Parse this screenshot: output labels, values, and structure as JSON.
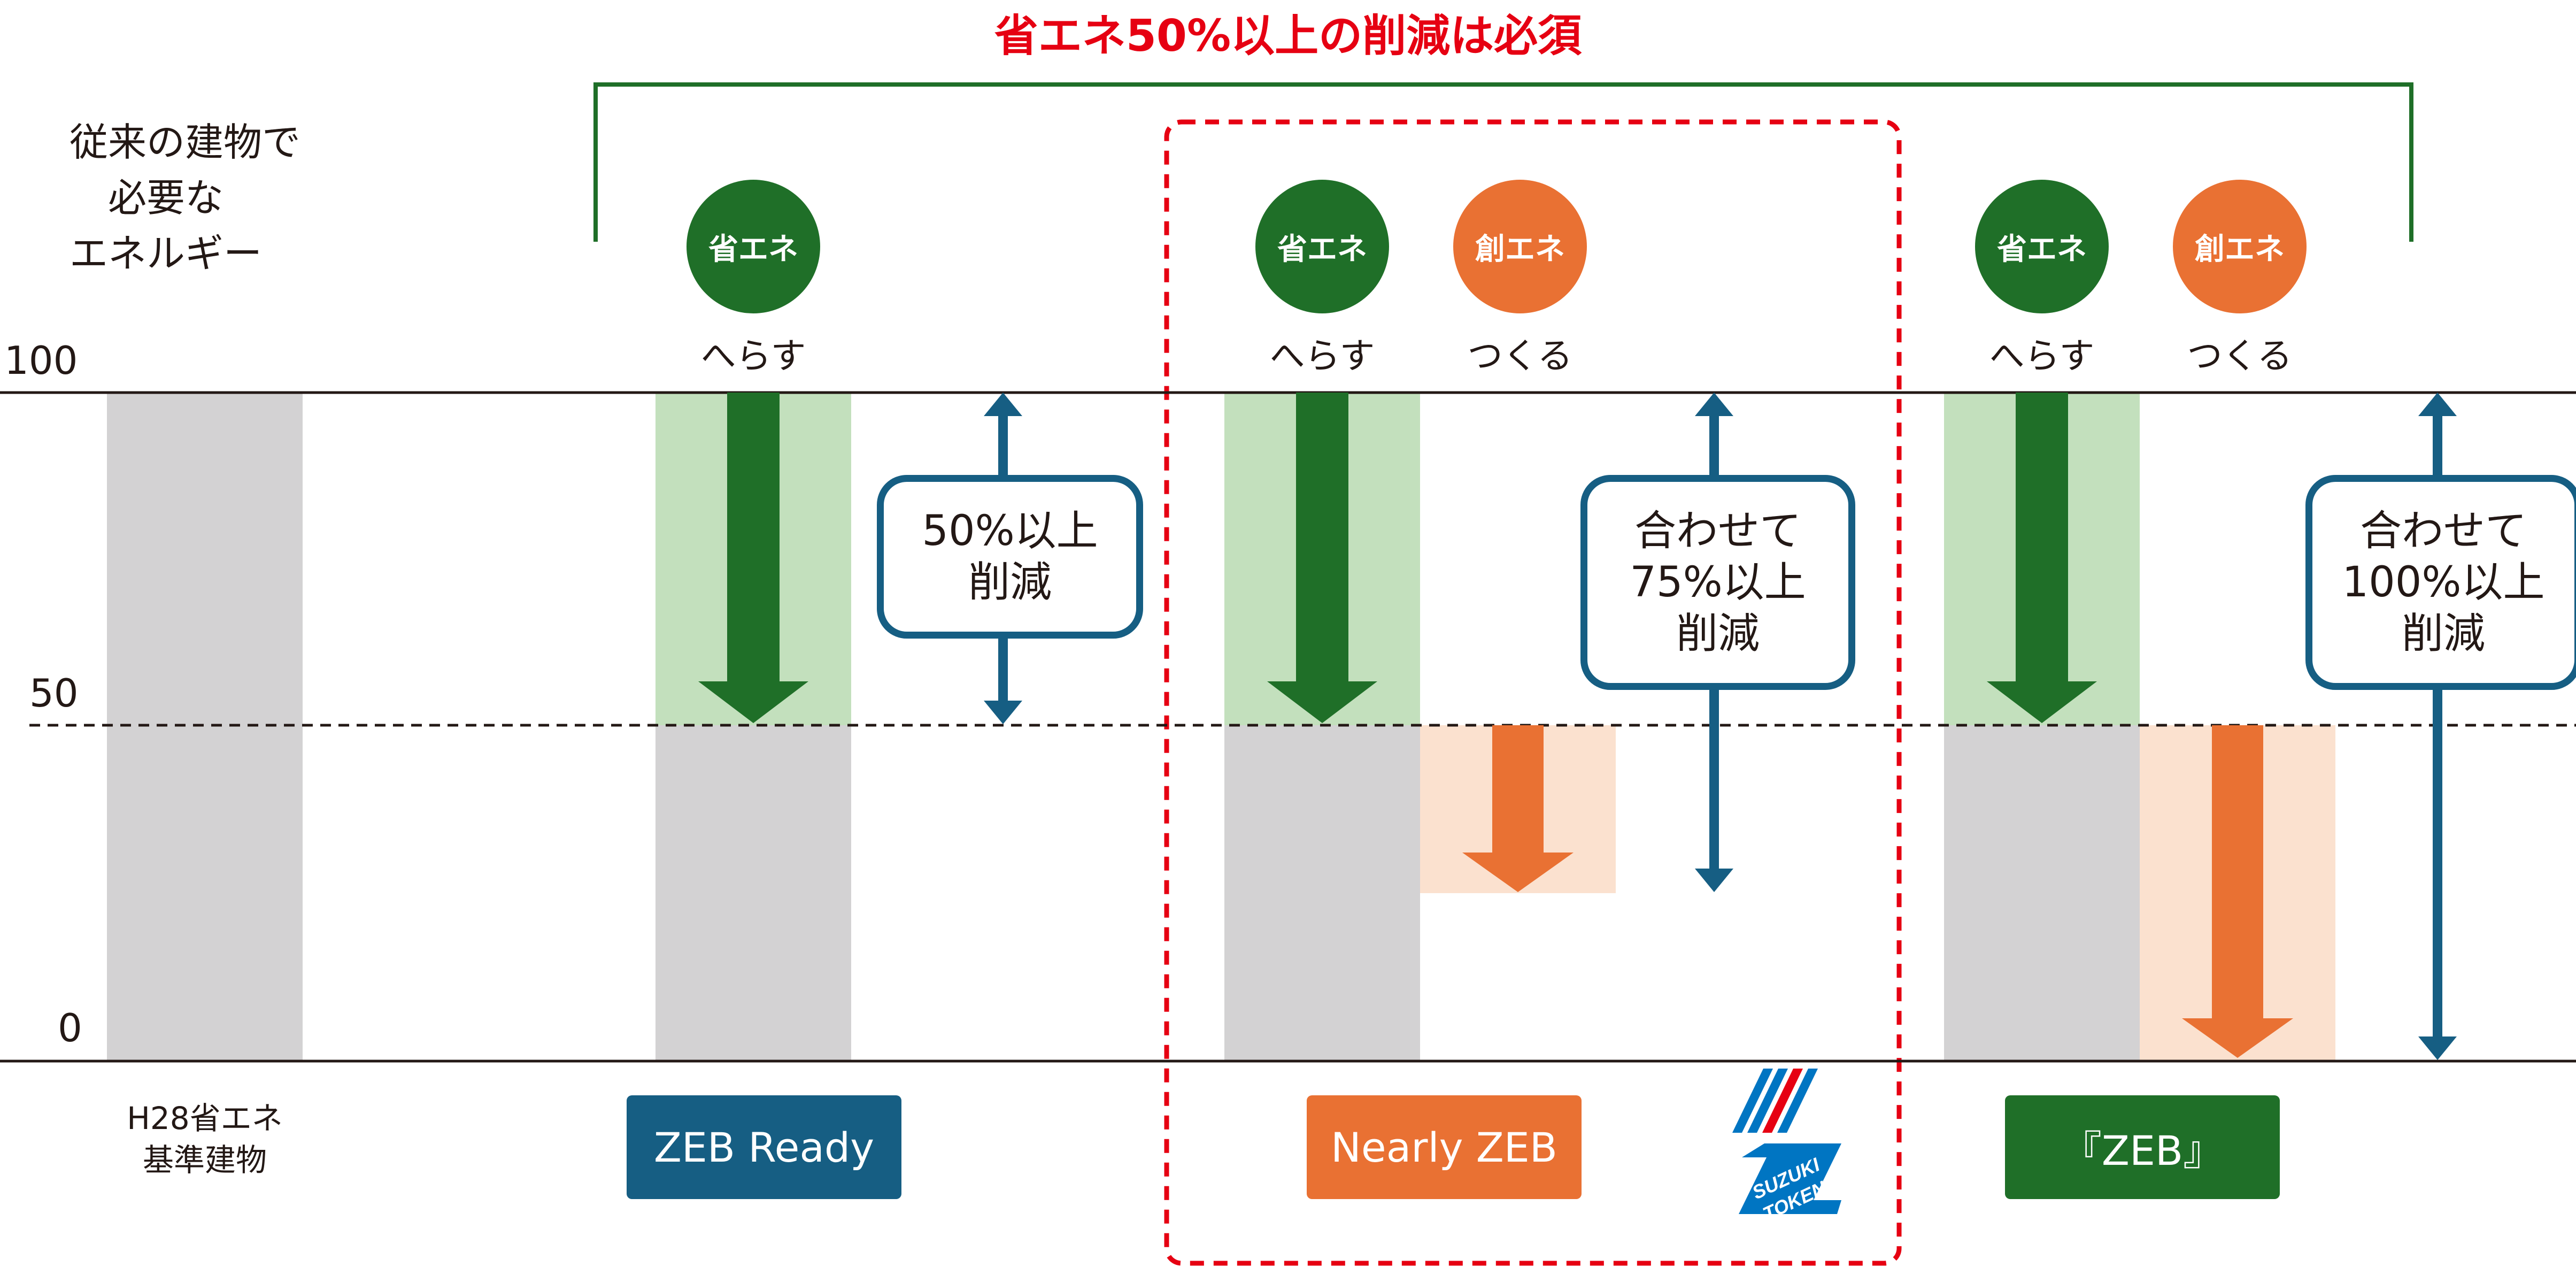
{
  "title": "省エネ50%以上の削減は必須",
  "axis": {
    "legend_lines": [
      "従来の建物で",
      "必要な",
      "エネルギー"
    ],
    "ticks": [
      "100",
      "50",
      "0"
    ]
  },
  "groups": [
    {
      "id": "h28",
      "label_lines": [
        "H28省エネ",
        "基準建物"
      ],
      "save_percent": 0,
      "create_percent": 0
    },
    {
      "id": "zeb-ready",
      "badge": "ZEB Ready",
      "badge_color": "#165e83",
      "circles": [
        {
          "text": "省エネ",
          "sub": "へらす",
          "color": "#1f6f28"
        }
      ],
      "callout_lines": [
        "50%以上",
        "削減"
      ],
      "save_percent": 50,
      "create_percent": 0
    },
    {
      "id": "nearly-zeb",
      "badge": "Nearly ZEB",
      "badge_color": "#e97133",
      "circles": [
        {
          "text": "省エネ",
          "sub": "へらす",
          "color": "#1f6f28"
        },
        {
          "text": "創エネ",
          "sub": "つくる",
          "color": "#e97133"
        }
      ],
      "callout_lines": [
        "合わせて",
        "75%以上",
        "削減"
      ],
      "save_percent": 50,
      "create_percent": 25
    },
    {
      "id": "zeb",
      "badge": "『ZEB』",
      "badge_color": "#1f6f28",
      "circles": [
        {
          "text": "省エネ",
          "sub": "へらす",
          "color": "#1f6f28"
        },
        {
          "text": "創エネ",
          "sub": "つくる",
          "color": "#e97133"
        }
      ],
      "callout_lines": [
        "合わせて",
        "100%以上",
        "削減"
      ],
      "save_percent": 50,
      "create_percent": 50
    }
  ],
  "logo": {
    "text_lines": [
      "SUZUKI",
      "TOKEN"
    ],
    "color": "#0075c2"
  },
  "colors": {
    "gray_bar": "#d3d2d3",
    "save_bg": "#c3e0bd",
    "save_arrow": "#1f6f28",
    "create_bg": "#fbe1cf",
    "create_arrow": "#e97133",
    "total_arrow": "#165e83",
    "highlight_box": "#e60012",
    "bracket": "#1f6f28"
  }
}
